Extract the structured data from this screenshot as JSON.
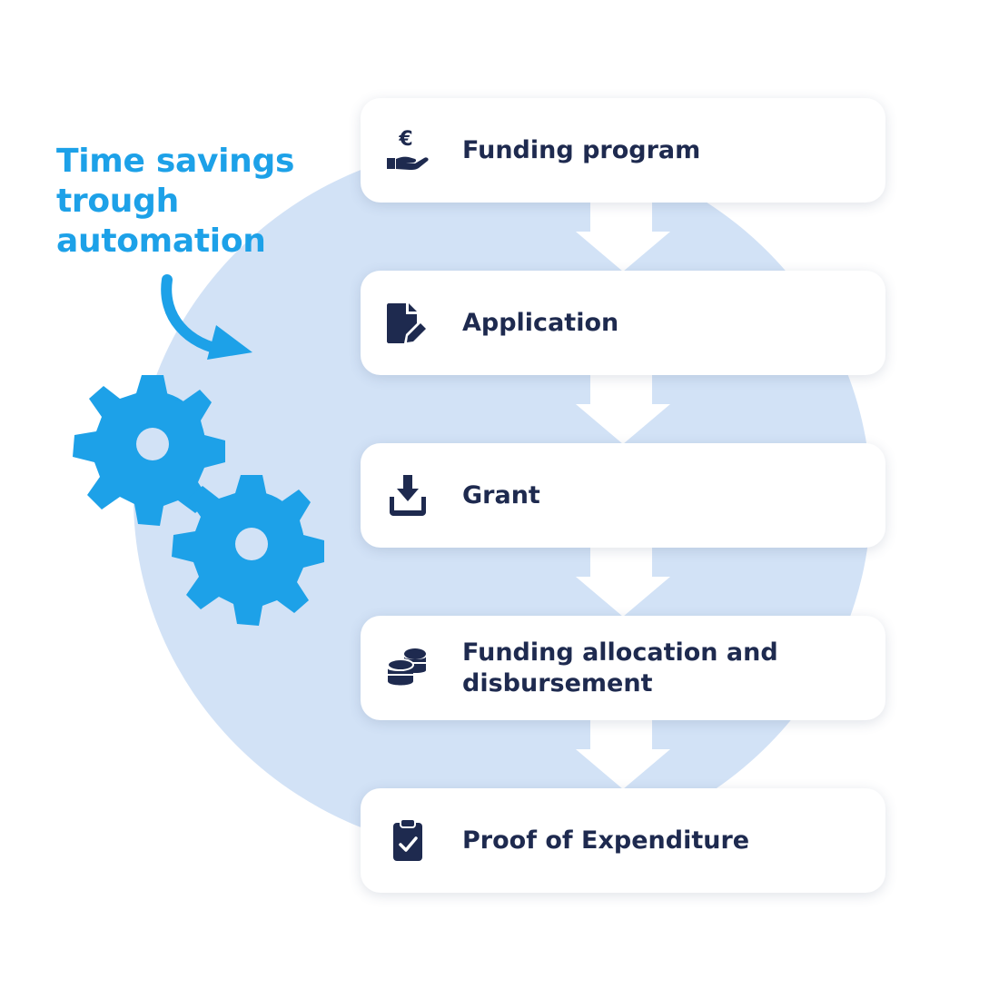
{
  "headline": {
    "lines": [
      "Time savings",
      "trough",
      "automation"
    ]
  },
  "colors": {
    "accent": "#1da1e8",
    "circle": "#d2e2f6",
    "text_dark": "#1e2a4f",
    "card": "#ffffff"
  },
  "steps": [
    {
      "label": "Funding program",
      "icon": "euro-hand-icon"
    },
    {
      "label": "Application",
      "icon": "document-pen-icon"
    },
    {
      "label": "Grant",
      "icon": "download-tray-icon"
    },
    {
      "label": "Funding allocation and\ndisbursement",
      "icon": "coins-stack-icon"
    },
    {
      "label": "Proof of Expenditure",
      "icon": "clipboard-check-icon"
    }
  ]
}
